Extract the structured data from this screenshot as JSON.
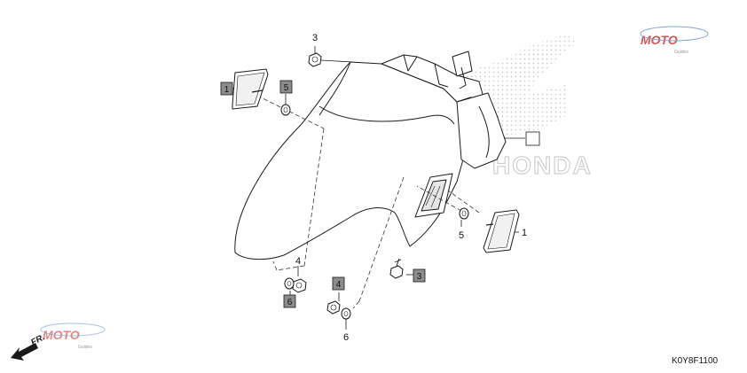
{
  "diagram_code": "K0Y8F1100",
  "front_marker": "FR.",
  "watermark": {
    "word": "MOTO",
    "sub": "Guides",
    "brand": "HONDA"
  },
  "callouts": {
    "c1_top": "1",
    "c1_right": "1",
    "c3_top": "3",
    "c3_mid": "3",
    "c4_left": "4",
    "c4_mid": "4",
    "c5_top": "5",
    "c5_right": "5",
    "c6_left": "6",
    "c6_mid": "6"
  },
  "colors": {
    "line": "#1a1a1a",
    "box_fill": "#8c8c8c",
    "watermark_red": "#d9534f",
    "watermark_gray": "#c8c8c8"
  }
}
